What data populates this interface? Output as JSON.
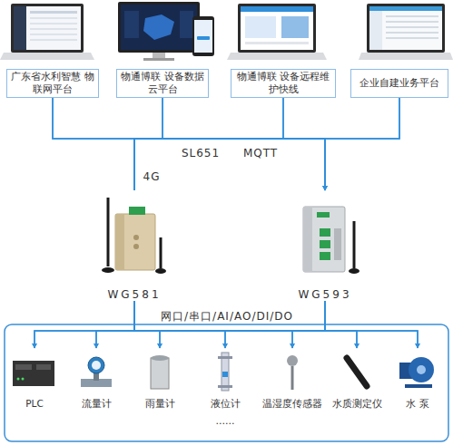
{
  "diagram": {
    "nodes": [
      {
        "text": [
          "广东省水利智慧 物联网平台"
        ]
      },
      {
        "text": [
          "物通博联 设备数据云平台"
        ]
      },
      {
        "text": [
          "物通博联 设备远程维护快线"
        ]
      },
      {
        "text": [
          "企业自建业务平台"
        ]
      },
      {
        "text": [
          "WG581"
        ]
      },
      {
        "text": [
          "WG593"
        ]
      },
      {
        "text": [
          "PLC"
        ]
      },
      {
        "text": [
          "流量计"
        ]
      },
      {
        "text": [
          "雨量计"
        ]
      },
      {
        "text": [
          "液位计"
        ]
      },
      {
        "text": [
          "温湿度传感器"
        ]
      },
      {
        "text": [
          "水质测定仪"
        ]
      },
      {
        "text": [
          "水 泵"
        ]
      }
    ],
    "edges": [
      {
        "from": 0,
        "to": 4,
        "arrow": "none"
      },
      {
        "from": 0,
        "to": 5,
        "arrow": "to"
      },
      {
        "from": 1,
        "to": 4,
        "arrow": "none"
      },
      {
        "from": 1,
        "to": 5,
        "arrow": "to"
      },
      {
        "from": 2,
        "to": 4,
        "arrow": "none"
      },
      {
        "from": 2,
        "to": 5,
        "arrow": "to"
      },
      {
        "from": 3,
        "to": 4,
        "arrow": "none"
      },
      {
        "from": 3,
        "to": 5,
        "arrow": "to"
      },
      {
        "from": 4,
        "to": 6,
        "arrow": "to"
      },
      {
        "from": 4,
        "to": 7,
        "arrow": "to"
      },
      {
        "from": 4,
        "to": 8,
        "arrow": "to"
      },
      {
        "from": 4,
        "to": 9,
        "arrow": "to"
      },
      {
        "from": 4,
        "to": 10,
        "arrow": "to"
      },
      {
        "from": 4,
        "to": 11,
        "arrow": "to"
      },
      {
        "from": 4,
        "to": 12,
        "arrow": "to"
      },
      {
        "from": 5,
        "to": 6,
        "arrow": "to"
      },
      {
        "from": 5,
        "to": 7,
        "arrow": "to"
      },
      {
        "from": 5,
        "to": 8,
        "arrow": "to"
      },
      {
        "from": 5,
        "to": 9,
        "arrow": "to"
      },
      {
        "from": 5,
        "to": 10,
        "arrow": "to"
      },
      {
        "from": 5,
        "to": 11,
        "arrow": "to"
      },
      {
        "from": 5,
        "to": 12,
        "arrow": "to"
      }
    ],
    "labels": [
      "SL651",
      "MQTT",
      "4G",
      "网口/串口/AI/AO/DI/DO",
      "......"
    ]
  }
}
